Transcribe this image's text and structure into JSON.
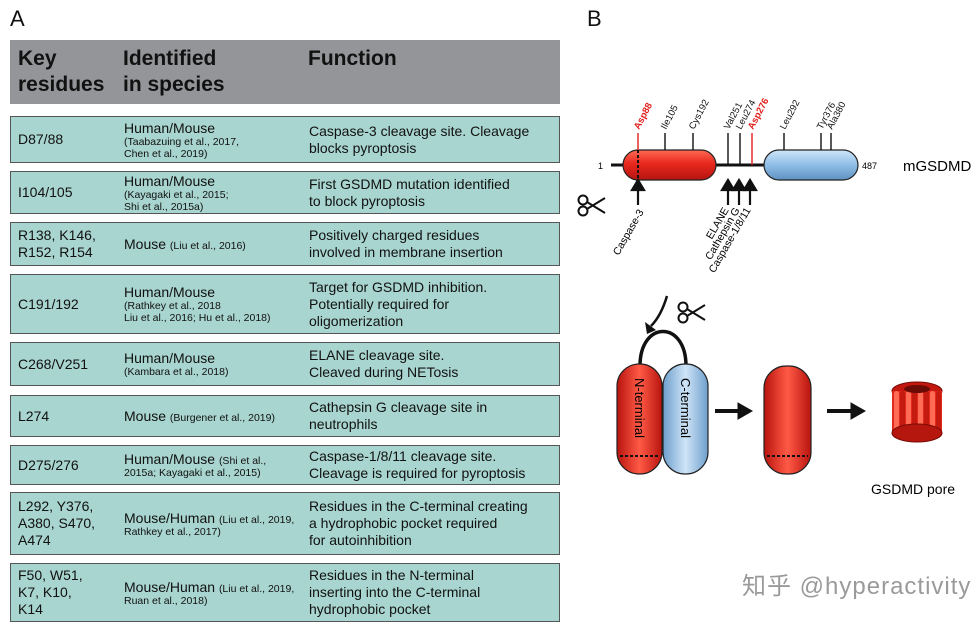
{
  "panels": {
    "a": "A",
    "b": "B"
  },
  "table": {
    "headers": [
      [
        "Key",
        "residues"
      ],
      [
        "Identified",
        "in species"
      ],
      [
        "Function"
      ]
    ],
    "rows": [
      {
        "residues": [
          "D87/88"
        ],
        "species": "Human/Mouse",
        "refs_inline": "",
        "refs": [
          "(Taabazuing et al., 2017,",
          "Chen et al., 2019)"
        ],
        "function": [
          "Caspase-3 cleavage site. Cleavage",
          "blocks pyroptosis"
        ]
      },
      {
        "residues": [
          "I104/105"
        ],
        "species": "Human/Mouse",
        "refs_inline": "",
        "refs": [
          "(Kayagaki et al., 2015;",
          "Shi et al., 2015a)"
        ],
        "function": [
          "First GSDMD mutation identified",
          "to block pyroptosis"
        ]
      },
      {
        "residues": [
          "R138, K146,",
          "R152, R154"
        ],
        "species": "Mouse",
        "refs_inline": "(Liu et al., 2016)",
        "refs": [],
        "function": [
          "Positively charged residues",
          "involved in membrane insertion"
        ]
      },
      {
        "residues": [
          "C191/192"
        ],
        "species": "Human/Mouse",
        "refs_inline": "",
        "refs": [
          "(Rathkey et al., 2018",
          "Liu et al., 2016; Hu et al., 2018)"
        ],
        "function": [
          "Target for GSDMD inhibition.",
          "Potentially required for",
          "oligomerization"
        ]
      },
      {
        "residues": [
          "C268/V251"
        ],
        "species": "Human/Mouse",
        "refs_inline": "",
        "refs": [
          "(Kambara et al., 2018)"
        ],
        "function": [
          "ELANE cleavage site.",
          "Cleaved during NETosis"
        ]
      },
      {
        "residues": [
          "L274"
        ],
        "species": "Mouse",
        "refs_inline": "(Burgener et al., 2019)",
        "refs": [],
        "function": [
          "Cathepsin G cleavage site in",
          "neutrophils"
        ]
      },
      {
        "residues": [
          "D275/276"
        ],
        "species": "Human/Mouse",
        "refs_inline": "(Shi et al.,",
        "refs": [
          "2015a; Kayagaki et al., 2015)"
        ],
        "function": [
          "Caspase-1/8/11 cleavage site.",
          "Cleavage is required for pyroptosis"
        ]
      },
      {
        "residues": [
          "L292, Y376,",
          "A380, S470,",
          "A474"
        ],
        "species": "Mouse/Human",
        "refs_inline": "(Liu et al., 2019,",
        "refs": [
          "Rathkey et al., 2017)"
        ],
        "function": [
          "Residues in the C-terminal creating",
          "a hydrophobic pocket required",
          "for autoinhibition"
        ]
      },
      {
        "residues": [
          "F50, W51,",
          "K7, K10,",
          "K14"
        ],
        "species": "Mouse/Human",
        "refs_inline": "(Liu et al., 2019,",
        "refs": [
          "Ruan et al., 2018)"
        ],
        "function": [
          "Residues in the N-terminal",
          "inserting into the C-terminal",
          "hydrophobic pocket"
        ]
      }
    ]
  },
  "diagram": {
    "protein_name": "mGSDMD",
    "start": "1",
    "end": "487",
    "residue_labels": [
      {
        "text": "Asp88",
        "highlight": true
      },
      {
        "text": "Ile105",
        "highlight": false
      },
      {
        "text": "Cys192",
        "highlight": false
      },
      {
        "text": "Val251",
        "highlight": false
      },
      {
        "text": "Leu274",
        "highlight": false
      },
      {
        "text": "Asp276",
        "highlight": true
      },
      {
        "text": "Leu292",
        "highlight": false
      },
      {
        "text": "Tyr376",
        "highlight": false
      },
      {
        "text": "Ala380",
        "highlight": false
      }
    ],
    "proteases": [
      "Caspase-3",
      "ELANE",
      "Cathepsin G",
      "Caspase-1/8/11"
    ],
    "n_terminal": "N-terminal",
    "c_terminal": "C-terminal",
    "pore_label": "GSDMD pore",
    "colors": {
      "n_domain": "#e8281e",
      "c_domain": "#8fbde6",
      "highlight": "#e0201c"
    }
  },
  "watermark": "知乎 @hyperactivity"
}
